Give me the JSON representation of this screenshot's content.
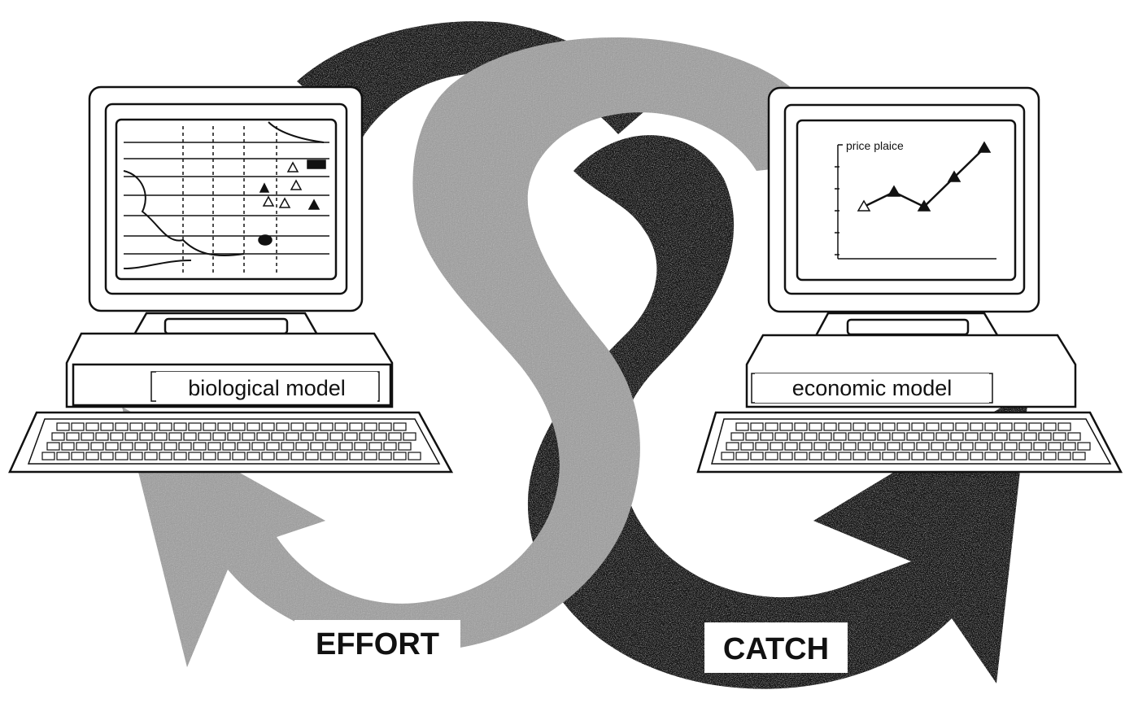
{
  "computers": [
    {
      "id": "left",
      "label": "biological model",
      "screen": "map"
    },
    {
      "id": "right",
      "label": "economic model",
      "screen": "chart"
    }
  ],
  "screen_chart": {
    "title": "price plaice",
    "values": [
      3,
      4,
      3,
      5,
      7
    ],
    "markers": [
      "open-triangle",
      "filled-triangle",
      "filled-triangle",
      "filled-triangle",
      "filled-triangle"
    ]
  },
  "arrows": {
    "effort": {
      "label": "EFFORT",
      "tone": "grey-stipple"
    },
    "catch": {
      "label": "CATCH",
      "tone": "black-stipple"
    }
  },
  "colors": {
    "ink": "#111111",
    "grey": "#8a8a8a",
    "paper": "#ffffff"
  }
}
